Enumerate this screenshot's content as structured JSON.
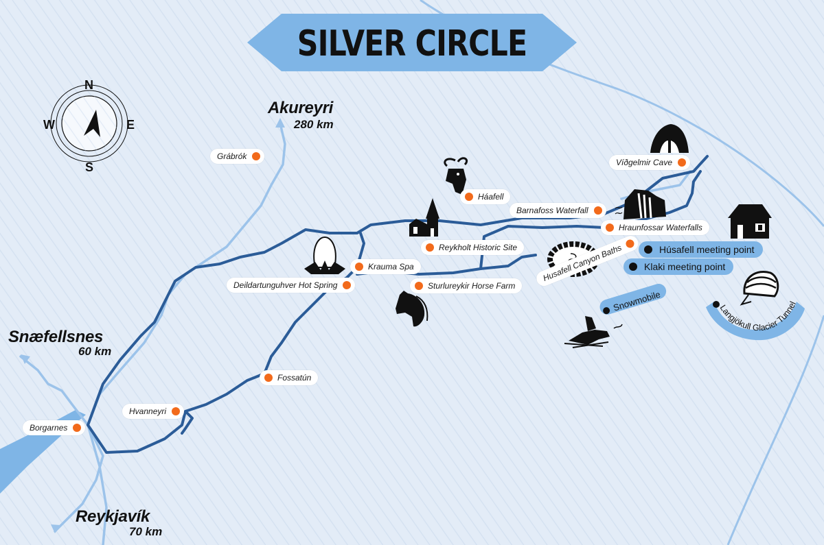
{
  "title": "SILVER CIRCLE",
  "compass": {
    "n": "N",
    "s": "S",
    "e": "E",
    "w": "W"
  },
  "cities": [
    {
      "id": "akureyri",
      "name": "Akureyri",
      "distance": "280 km"
    },
    {
      "id": "snaefellsnes",
      "name": "Snæfellsnes",
      "distance": "60 km"
    },
    {
      "id": "reykjavik",
      "name": "Reykjavík",
      "distance": "70 km"
    }
  ],
  "stops": {
    "grabrok": "Grábrók",
    "vidgelmir": "Víðgelmir Cave",
    "haafell": "Háafell",
    "barnafoss": "Barnafoss Waterfall",
    "hraunfossar": "Hraunfossar Waterfalls",
    "reykholt": "Reykholt Historic Site",
    "krauma": "Krauma Spa",
    "deildartunguhver": "Deildartunguhver Hot Spring",
    "sturlureykir": "Sturlureykir Horse Farm",
    "fossatun": "Fossatún",
    "hvanneyri": "Hvanneyri",
    "borgarnes": "Borgarnes"
  },
  "activities": {
    "husafell_canyon": "Husafell Canyon Baths",
    "husafell_meeting": "Húsafell meeting point",
    "klaki_meeting": "Klaki meeting point",
    "snowmobile": "Snowmobile",
    "glacier_tunnel": "Langjökull Glacier Tunnel"
  },
  "icons": [
    "compass-icon",
    "cave-icon",
    "goat-icon",
    "church-icon",
    "waterfall-icon",
    "geyser-icon",
    "horse-icon",
    "hot-spring-stones-icon",
    "cabin-icon",
    "snowmobile-icon",
    "helmet-icon"
  ],
  "colors": {
    "background": "#e3ecf7",
    "route": "#2b5c98",
    "secondary_road": "#9cc3ea",
    "banner": "#7fb5e6",
    "stop_dot": "#f26a1b"
  }
}
